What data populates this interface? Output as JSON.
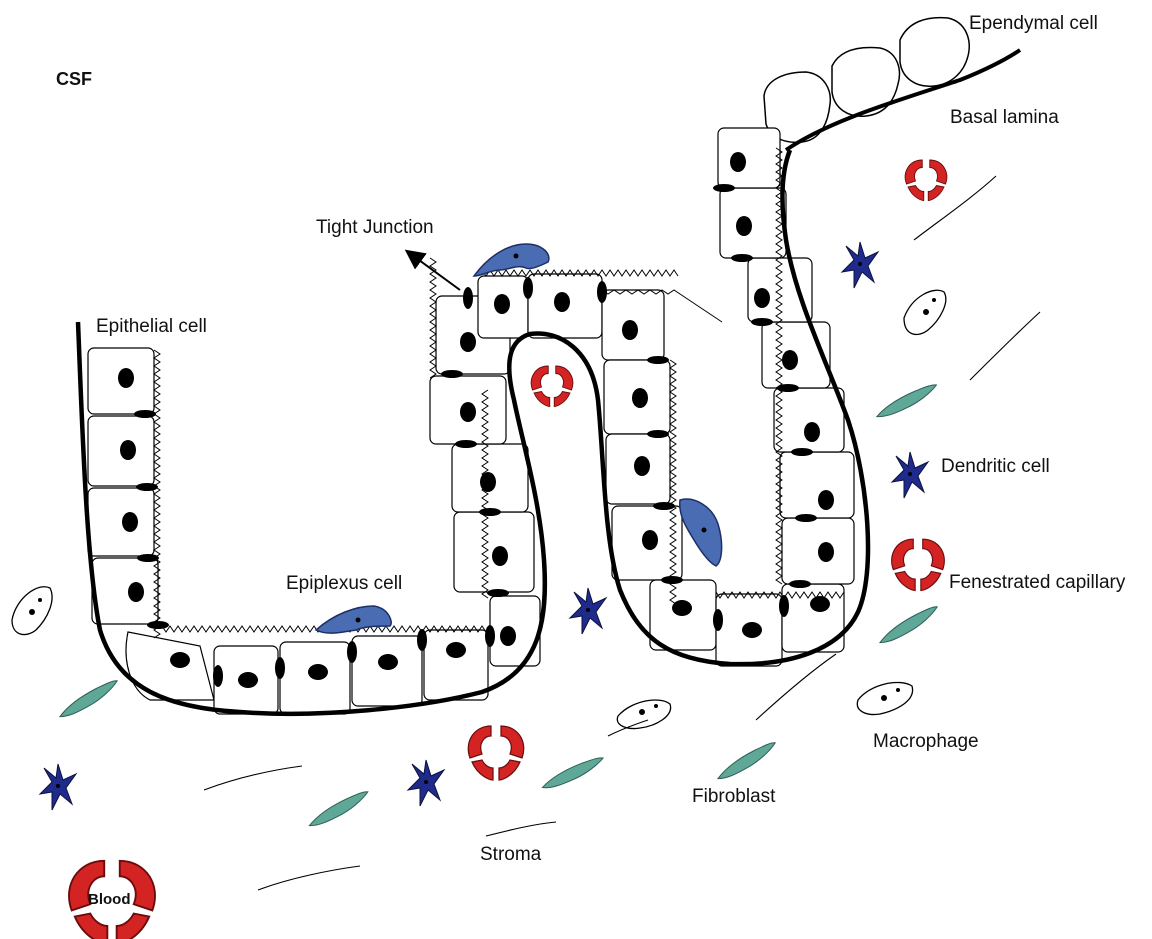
{
  "labels": {
    "csf": "CSF",
    "ependymal_cell": "Ependymal cell",
    "basal_lamina": "Basal lamina",
    "tight_junction": "Tight Junction",
    "epithelial_cell": "Epithelial cell",
    "dendritic_cell": "Dendritic cell",
    "epiplexus_cell": "Epiplexus cell",
    "fenestrated_capillary": "Fenestrated capillary",
    "macrophage": "Macrophage",
    "fibroblast": "Fibroblast",
    "stroma": "Stroma",
    "blood": "Blood"
  },
  "colors": {
    "capillary_red": "#d42323",
    "epiplexus_blue": "#4a6cb3",
    "dendritic_navy": "#1f2b8c",
    "fibroblast_teal": "#5fa898",
    "outline": "#000000",
    "background": "#ffffff"
  }
}
